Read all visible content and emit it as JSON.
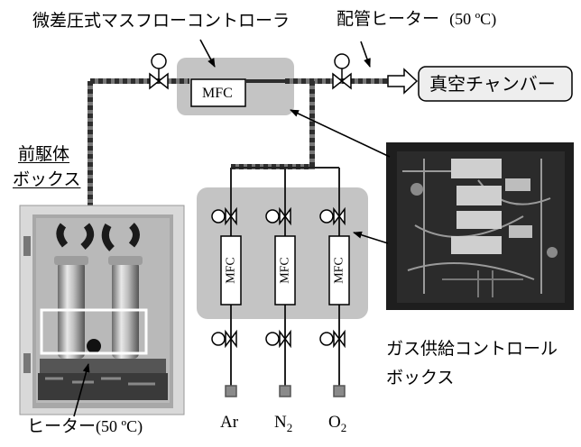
{
  "labels": {
    "mfc_title": "微差圧式マスフローコントローラ",
    "pipe_heater_jp": "配管ヒーター",
    "pipe_heater_temp": "(50 ºC)",
    "chamber": "真空チャンバー",
    "precursor_line1": "前駆体",
    "precursor_line2": "ボックス",
    "gas_box_line1": "ガス供給コントロール",
    "gas_box_line2": "ボックス",
    "heater_jp": "ヒーター",
    "heater_temp": "(50 ºC)",
    "mfc": "MFC"
  },
  "gases": [
    {
      "symbol": "Ar",
      "sub": ""
    },
    {
      "symbol": "N",
      "sub": "2"
    },
    {
      "symbol": "O",
      "sub": "2"
    }
  ],
  "colors": {
    "box_gray": "#c4c4c4",
    "pipe": "#444444",
    "heater_dash": "#3a3a3a",
    "photo_dark": "#1c1c1c"
  }
}
